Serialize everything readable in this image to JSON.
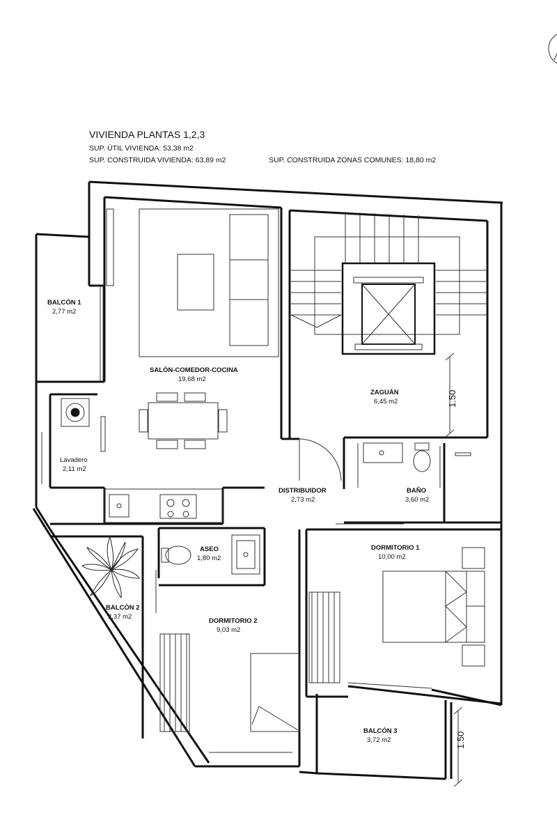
{
  "header": {
    "title": "VIVIENDA PLANTAS 1,2,3",
    "sup_util": "SUP. ÚTIL VIVIENDA: 53,38 m2",
    "sup_construida": "SUP. CONSTRUIDA VIVIENDA: 63,89 m2",
    "sup_comunes": "SUP. CONSTRUIDA ZONAS COMUNES: 18,80 m2"
  },
  "rooms": {
    "balcon1": {
      "name": "BALCÓN 1",
      "area": "2,77 m2"
    },
    "salon": {
      "name": "SALÓN-COMEDOR-COCINA",
      "area": "19,68 m2"
    },
    "zaguan": {
      "name": "ZAGUÁN",
      "area": "6,45 m2"
    },
    "lavadero": {
      "name": "Lavadero",
      "area": "2,11 m2"
    },
    "distribuidor": {
      "name": "DISTRIBUIDOR",
      "area": "2,73 m2"
    },
    "bano": {
      "name": "BAÑO",
      "area": "3,60 m2"
    },
    "aseo": {
      "name": "ASEO",
      "area": "1,80 m2"
    },
    "dormitorio1": {
      "name": "DORMITORIO 1",
      "area": "10,00 m2"
    },
    "balcon2": {
      "name": "BALCÓN 2",
      "area": "2,37 m2"
    },
    "dormitorio2": {
      "name": "DORMITORIO 2",
      "area": "9,03 m2"
    },
    "balcon3": {
      "name": "BALCÓN 3",
      "area": "3,72 m2"
    }
  },
  "dimensions": {
    "zaguan_dim": "1.50",
    "balcon3_dim": "1.50"
  },
  "icons": {
    "north": "north-arrow-icon",
    "plant": "potted-plant-icon",
    "toilet": "toilet-icon",
    "washer": "washing-machine-icon"
  }
}
